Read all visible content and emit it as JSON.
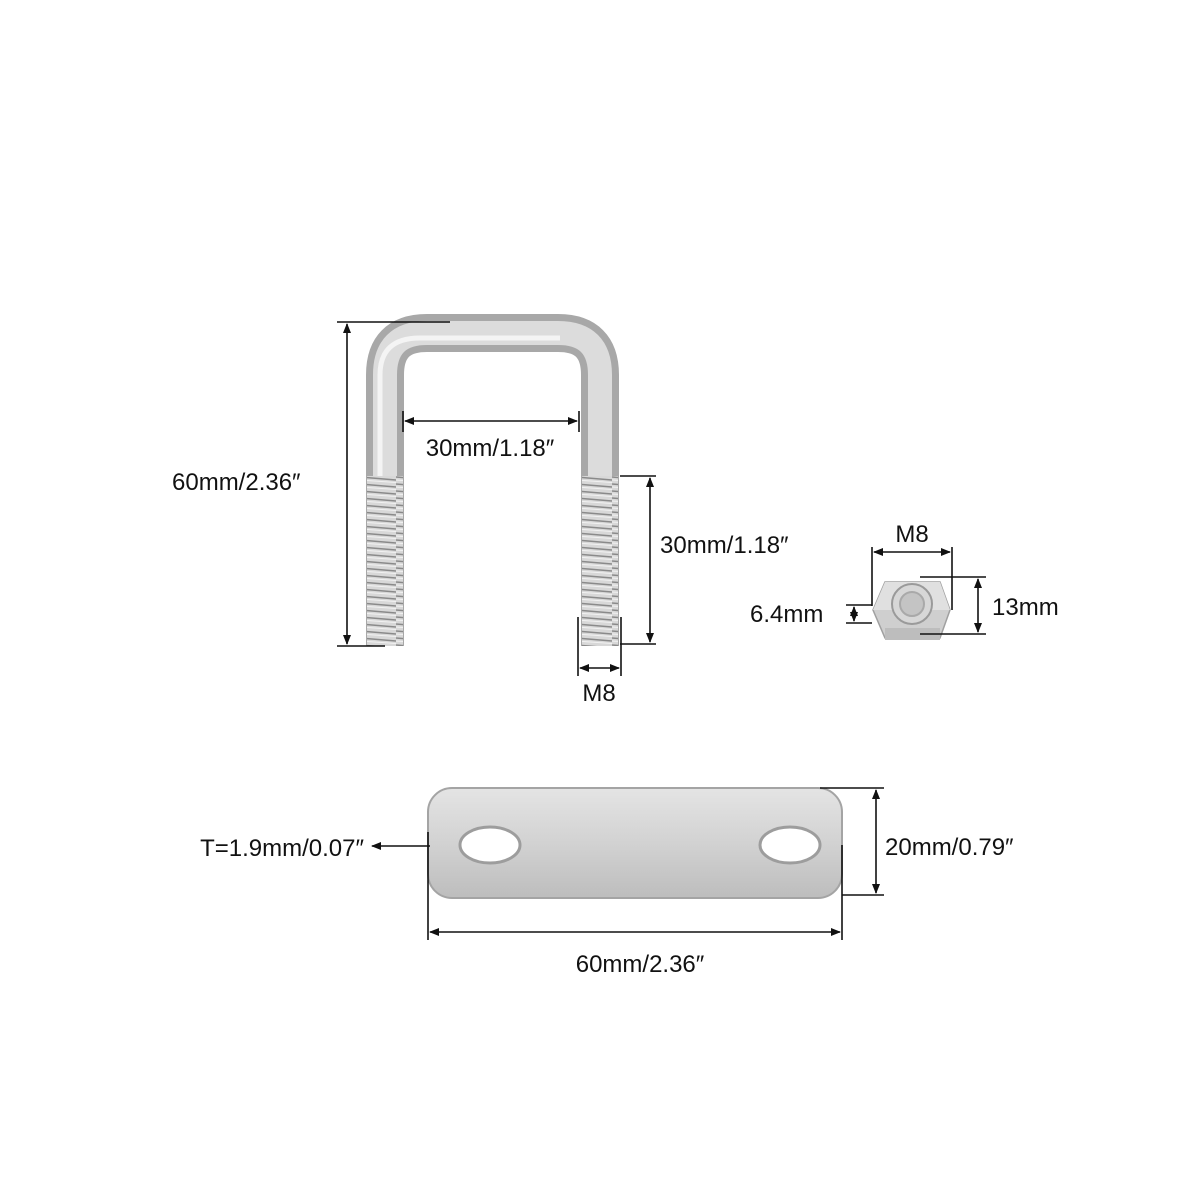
{
  "ubolt": {
    "overall_height": "60mm/2.36″",
    "inner_width": "30mm/1.18″",
    "thread_length": "30mm/1.18″",
    "thread_size": "M8"
  },
  "nut": {
    "thread_size": "M8",
    "thickness": "6.4mm",
    "width": "13mm"
  },
  "plate": {
    "thickness": "T=1.9mm/0.07″",
    "height": "20mm/0.79″",
    "length": "60mm/2.36″"
  },
  "colors": {
    "metal": "#c9c9c9",
    "metal_dark": "#9a9a9a",
    "line": "#111111"
  }
}
